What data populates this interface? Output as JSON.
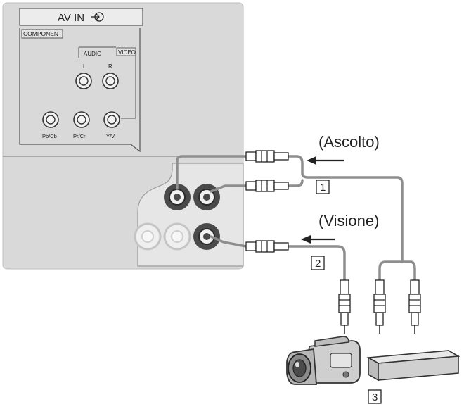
{
  "panel": {
    "header_label": "AV IN",
    "component_label": "COMPONENT",
    "audio_label": "AUDIO",
    "video_label": "VIDEO",
    "left_label": "L",
    "right_label": "R",
    "pb_label": "Pb/Cb",
    "pr_label": "Pr/Cr",
    "y_label": "Y/V"
  },
  "annotations": {
    "listening": "(Ascolto)",
    "viewing": "(Visione)",
    "marker_1": "1",
    "marker_2": "2",
    "marker_3": "3"
  },
  "colors": {
    "panel_fill": "#d9d9d9",
    "panel_inner": "#e6e6e6",
    "cable": "#8e8e8e",
    "jack_dark": "#4a4a4a",
    "jack_light": "#efefef",
    "ink": "#222222"
  },
  "icons": {
    "av_input": "input-arrow-icon",
    "camcorder": "camcorder-icon",
    "device": "set-top-box-icon"
  }
}
